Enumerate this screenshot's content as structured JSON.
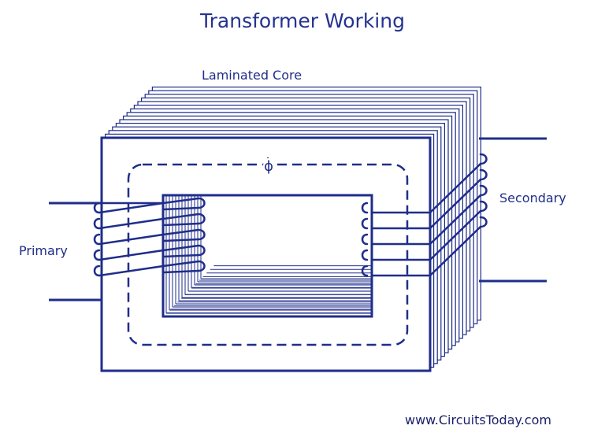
{
  "diagram": {
    "title": "Transformer Working",
    "core_label": "Laminated Core",
    "flux_symbol": "ϕ",
    "primary_label": "Primary",
    "secondary_label": "Secondary",
    "watermark": "www.CircuitsToday.com"
  },
  "colors": {
    "line": "#1f2d8a",
    "text": "#1f2d8a",
    "background": "#ffffff"
  }
}
